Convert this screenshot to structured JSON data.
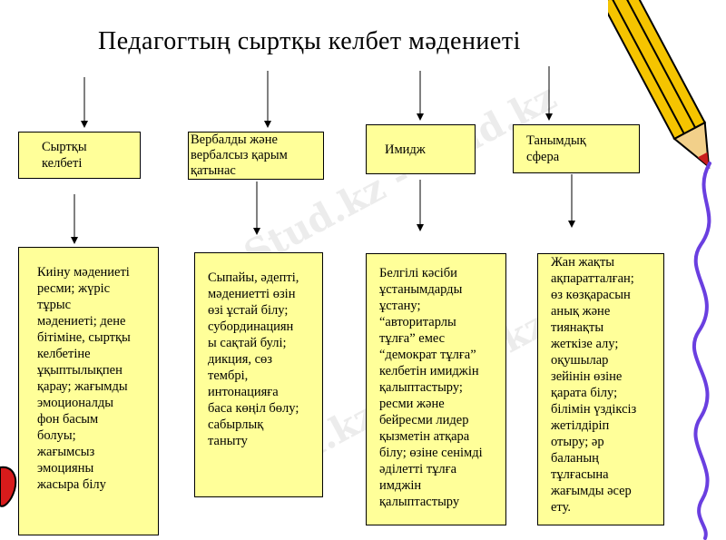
{
  "title": "Педагогтың сыртқы келбет мәдениеті",
  "watermark": "Stud.kz - Stud.kz",
  "colors": {
    "box_fill": "#ffff99",
    "border": "#000000",
    "pencil": "#f5c400",
    "pencil_tip": "#c81e1e",
    "squiggle": "#6a3fe0"
  },
  "headers": [
    "Сыртқы\nкелбеті",
    "Вербалды және\nвербалсыз қарым\nқатынас",
    "Имидж",
    "Танымдық\nсфера"
  ],
  "details": [
    "Киіну мәдениеті\nресми; жүріс\nтұрыс\nмәдениеті; дене\nбітіміне, сыртқы\nкелбетіне\nұқыптылықпен\nқарау; жағымды\nэмоционалды\nфон басым\nболуы;\nжағымсыз\nэмоцияны\nжасыра білу",
    "Сыпайы, әдепті,\nмәдениетті өзін\nөзі ұстай білу;\nсубординациян\nы сақтай булі;\nдикция, сөз\nтембрі,\nинтонацияға\nбаса көңіл бөлу;\nсабырлық\nтаныту",
    "Белгілі кәсіби\nұстанымдарды\nұстану;\n“авторитарлы\nтұлға” емес\n“демократ тұлға”\nкелбетін имиджін\nқалыптастыру;\nресми және\nбейресми лидер\nқызметін атқара\nбілу; өзіне сенімді\nәділетті тұлға\nимджін\nқалыптастыру",
    "Жан жақты\nақпаратталған;\nөз көзқарасын\nанық және\nтиянақты\nжеткізе алу;\nоқушылар\nзейінін өзіне\nқарата білу;\nбілімін үздіксіз\nжетілдіріп\nотыру; әр\nбаланың\nтұлғасына\nжағымды әсер\nету."
  ]
}
